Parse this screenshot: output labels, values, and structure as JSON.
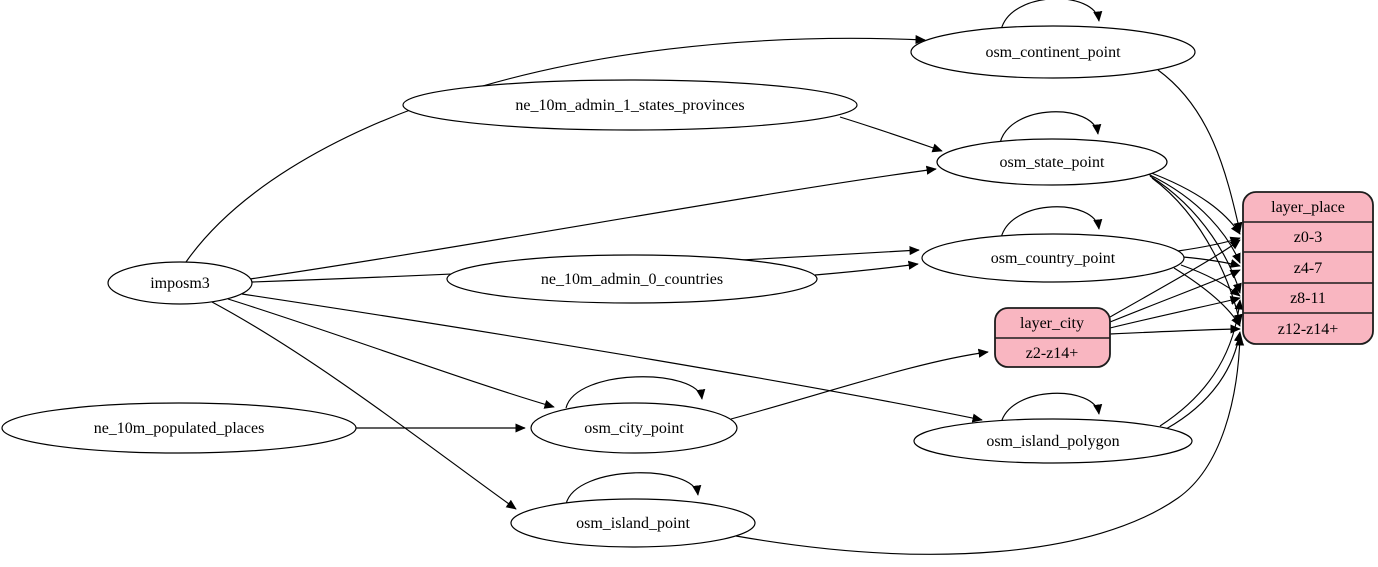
{
  "diagram": {
    "kind": "etl-dependency-graph",
    "background_color": "#ffffff",
    "edge_color": "#000000",
    "node_fill_color": "#ffffff",
    "layer_fill_color": "#f9b6c1",
    "nodes": {
      "imposm3": {
        "label": "imposm3",
        "shape": "ellipse",
        "role": "source"
      },
      "ne_10m_admin_1_states_provinces": {
        "label": "ne_10m_admin_1_states_provinces",
        "shape": "ellipse",
        "role": "source"
      },
      "ne_10m_admin_0_countries": {
        "label": "ne_10m_admin_0_countries",
        "shape": "ellipse",
        "role": "source"
      },
      "ne_10m_populated_places": {
        "label": "ne_10m_populated_places",
        "shape": "ellipse",
        "role": "source"
      },
      "osm_continent_point": {
        "label": "osm_continent_point",
        "shape": "ellipse",
        "role": "table"
      },
      "osm_state_point": {
        "label": "osm_state_point",
        "shape": "ellipse",
        "role": "table"
      },
      "osm_country_point": {
        "label": "osm_country_point",
        "shape": "ellipse",
        "role": "table"
      },
      "osm_city_point": {
        "label": "osm_city_point",
        "shape": "ellipse",
        "role": "table"
      },
      "osm_island_polygon": {
        "label": "osm_island_polygon",
        "shape": "ellipse",
        "role": "table"
      },
      "osm_island_point": {
        "label": "osm_island_point",
        "shape": "ellipse",
        "role": "table"
      }
    },
    "layer_tables": {
      "layer_place": {
        "title": "layer_place",
        "zoom_rows": [
          "z0-3",
          "z4-7",
          "z8-11",
          "z12-z14+"
        ],
        "fill": "#f9b6c1"
      },
      "layer_city": {
        "title": "layer_city",
        "zoom_rows": [
          "z2-z14+"
        ],
        "fill": "#f9b6c1"
      }
    },
    "edges": [
      {
        "from": "imposm3",
        "to": "osm_continent_point"
      },
      {
        "from": "imposm3",
        "to": "osm_state_point"
      },
      {
        "from": "imposm3",
        "to": "osm_country_point"
      },
      {
        "from": "imposm3",
        "to": "osm_city_point"
      },
      {
        "from": "imposm3",
        "to": "osm_island_polygon"
      },
      {
        "from": "imposm3",
        "to": "osm_island_point"
      },
      {
        "from": "ne_10m_admin_1_states_provinces",
        "to": "osm_state_point"
      },
      {
        "from": "ne_10m_admin_0_countries",
        "to": "osm_country_point"
      },
      {
        "from": "ne_10m_populated_places",
        "to": "osm_city_point"
      },
      {
        "from": "osm_continent_point",
        "to": "osm_continent_point",
        "self_loop": true
      },
      {
        "from": "osm_state_point",
        "to": "osm_state_point",
        "self_loop": true
      },
      {
        "from": "osm_country_point",
        "to": "osm_country_point",
        "self_loop": true
      },
      {
        "from": "osm_city_point",
        "to": "osm_city_point",
        "self_loop": true
      },
      {
        "from": "osm_island_polygon",
        "to": "osm_island_polygon",
        "self_loop": true
      },
      {
        "from": "osm_island_point",
        "to": "osm_island_point",
        "self_loop": true
      },
      {
        "from": "osm_city_point",
        "to": "layer_city",
        "row": "z2-z14+"
      },
      {
        "from": "osm_continent_point",
        "to": "layer_place",
        "row": "z0-3"
      },
      {
        "from": "osm_state_point",
        "to": "layer_place",
        "row": "z0-3"
      },
      {
        "from": "osm_state_point",
        "to": "layer_place",
        "row": "z4-7"
      },
      {
        "from": "osm_state_point",
        "to": "layer_place",
        "row": "z8-11"
      },
      {
        "from": "osm_state_point",
        "to": "layer_place",
        "row": "z12-z14+"
      },
      {
        "from": "osm_country_point",
        "to": "layer_place",
        "row": "z0-3"
      },
      {
        "from": "osm_country_point",
        "to": "layer_place",
        "row": "z4-7"
      },
      {
        "from": "osm_country_point",
        "to": "layer_place",
        "row": "z8-11"
      },
      {
        "from": "osm_country_point",
        "to": "layer_place",
        "row": "z12-z14+"
      },
      {
        "from": "layer_city",
        "to": "layer_place",
        "row": "z0-3"
      },
      {
        "from": "layer_city",
        "to": "layer_place",
        "row": "z4-7"
      },
      {
        "from": "layer_city",
        "to": "layer_place",
        "row": "z8-11"
      },
      {
        "from": "layer_city",
        "to": "layer_place",
        "row": "z12-z14+"
      },
      {
        "from": "osm_island_polygon",
        "to": "layer_place",
        "row": "z8-11"
      },
      {
        "from": "osm_island_polygon",
        "to": "layer_place",
        "row": "z12-z14+"
      },
      {
        "from": "osm_island_point",
        "to": "layer_place",
        "row": "z12-z14+"
      }
    ]
  }
}
